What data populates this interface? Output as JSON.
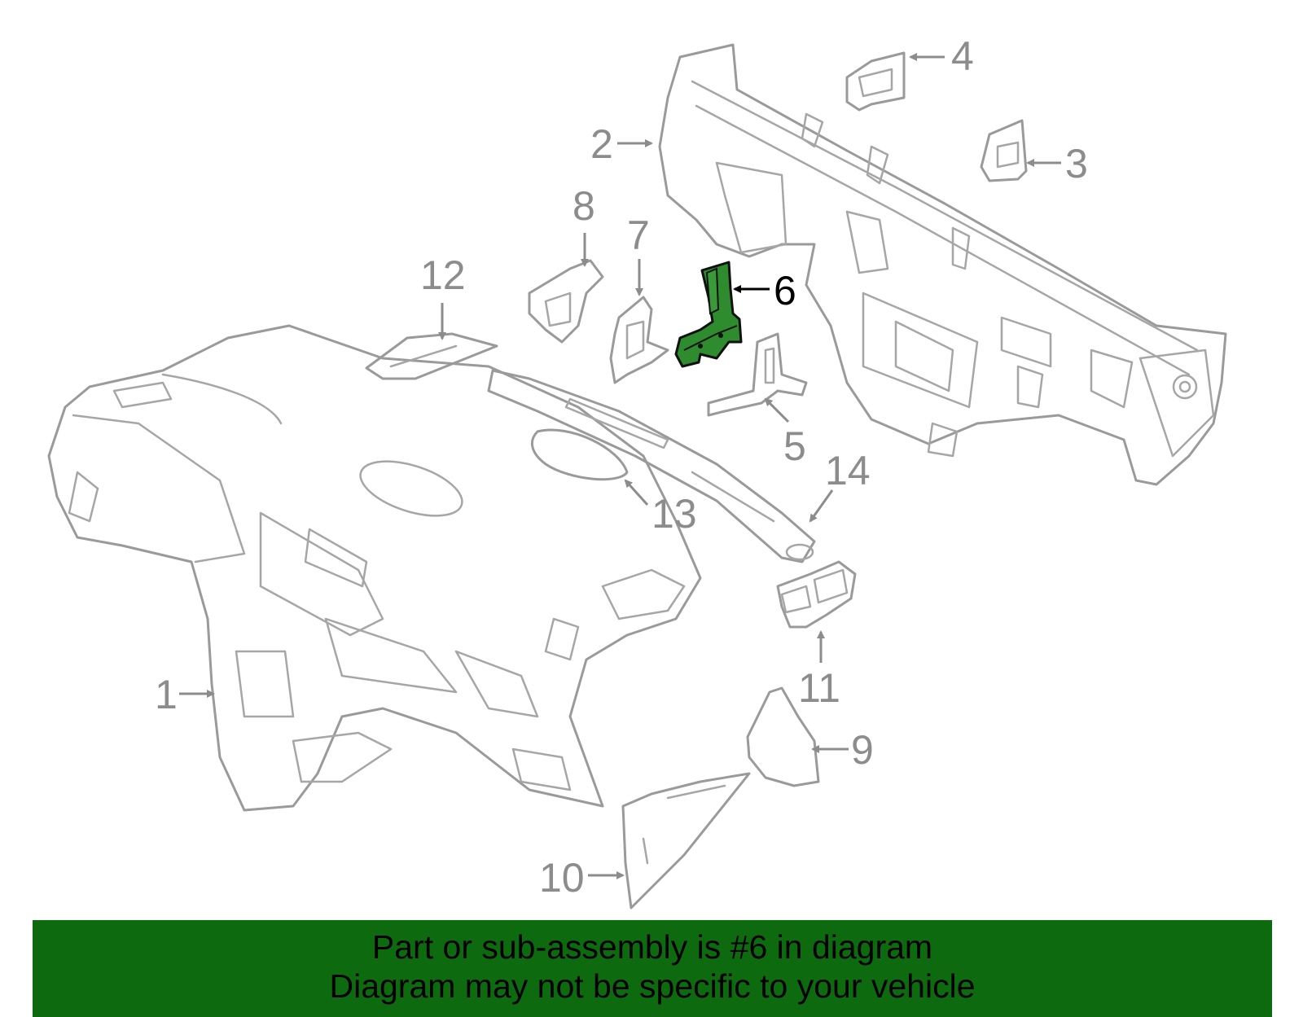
{
  "callouts": [
    {
      "id": "1",
      "label": "1"
    },
    {
      "id": "2",
      "label": "2"
    },
    {
      "id": "3",
      "label": "3"
    },
    {
      "id": "4",
      "label": "4"
    },
    {
      "id": "5",
      "label": "5"
    },
    {
      "id": "6",
      "label": "6"
    },
    {
      "id": "7",
      "label": "7"
    },
    {
      "id": "8",
      "label": "8"
    },
    {
      "id": "9",
      "label": "9"
    },
    {
      "id": "10",
      "label": "10"
    },
    {
      "id": "11",
      "label": "11"
    },
    {
      "id": "12",
      "label": "12"
    },
    {
      "id": "13",
      "label": "13"
    },
    {
      "id": "14",
      "label": "14"
    }
  ],
  "highlighted_part": "6",
  "colors": {
    "highlight_fill": "#2e8b2e",
    "banner_background": "#0e6a0e",
    "outline": "#9a9a9a"
  },
  "banner": {
    "line1": "Part or sub-assembly is #6 in diagram",
    "line2": "Diagram may not be specific to your vehicle"
  }
}
